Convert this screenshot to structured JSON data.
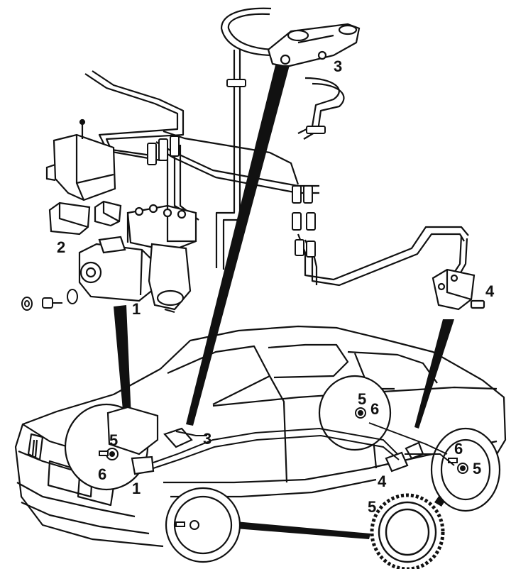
{
  "diagram": {
    "callouts": {
      "c1_upper": "1",
      "c1_lower": "1",
      "c2": "2",
      "c3_upper": "3",
      "c3_lower": "3",
      "c4_upper": "4",
      "c4_lower": "4",
      "c5_front_top": "5",
      "c5_rear_top": "5",
      "c5_rear_right": "5",
      "c5_wheel": "5",
      "c6_front": "6",
      "c6_rear_top": "6",
      "c6_rear_right": "6"
    }
  }
}
